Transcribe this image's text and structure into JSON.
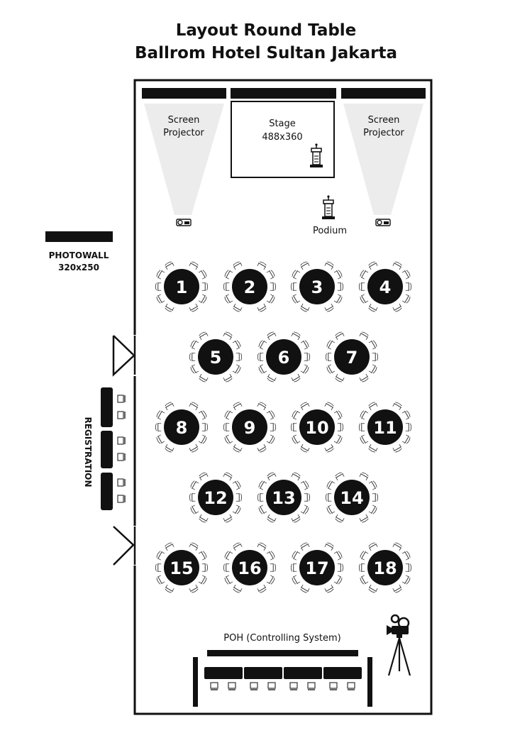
{
  "title": {
    "line1": "Layout Round Table",
    "line2": "Ballrom Hotel Sultan Jakarta"
  },
  "screens": {
    "left_label_1": "Screen",
    "left_label_2": "Projector",
    "right_label_1": "Screen",
    "right_label_2": "Projector",
    "projector_icon": "projector-icon"
  },
  "stage": {
    "label": "Stage",
    "size": "488x360",
    "icon": "podium-icon"
  },
  "podium": {
    "label": "Podium",
    "icon": "podium-icon"
  },
  "photowall": {
    "label": "PHOTOWALL",
    "size": "320x250"
  },
  "registration": {
    "label": "REGISTRATION",
    "chair_icon": "chair-icon"
  },
  "tables": [
    "1",
    "2",
    "3",
    "4",
    "5",
    "6",
    "7",
    "8",
    "9",
    "10",
    "11",
    "12",
    "13",
    "14",
    "15",
    "16",
    "17",
    "18"
  ],
  "poh": {
    "label": "POH (Controlling System)",
    "camera_icon": "video-camera-icon"
  },
  "colors": {
    "ink": "#111111",
    "projection_fill": "#ececec",
    "table_fill": "#111111",
    "table_text": "#ffffff"
  }
}
